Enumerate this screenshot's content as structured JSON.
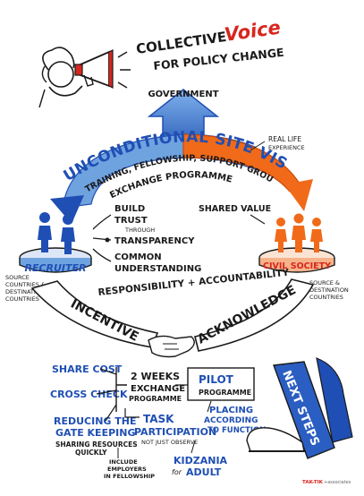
{
  "header": {
    "title_collective": "COLLECTIVE",
    "title_voice": "Voice",
    "title_for": "FOR POLICY CHANGE"
  },
  "government": {
    "label": "GOVERNMENT"
  },
  "visits": {
    "title": "UNCONDITIONAL SITE VISITS",
    "line1": "TRAINING, FELLOWSHIP, SUPPORT GROUP",
    "line2": "EXCHANGE PROGRAMME",
    "real_life": [
      "REAL LIFE",
      "EXPERIENCE"
    ]
  },
  "recruiter": {
    "label": "RECRUITER",
    "source": [
      "SOURCE",
      "COUNTRIES &",
      "DESTINATION",
      "COUNTRIES"
    ]
  },
  "civil_society": {
    "label": "CIVIL SOCIETY",
    "source": [
      "SOURCE &",
      "DESTINATION",
      "COUNTRIES"
    ]
  },
  "center": {
    "build": "BUILD",
    "trust": "TRUST",
    "through": "THROUGH",
    "transparency": "TRANSPARENCY",
    "common": "COMMON",
    "understanding": "UNDERSTANDING",
    "shared_value": "SHARED VALUE",
    "responsibility": "RESPONSIBILITY + ACCOUNTABILITY"
  },
  "bands": {
    "incentive": "INCENTIVE",
    "acknowledge": "ACKNOWLEDGE"
  },
  "bottom": {
    "share_cost": "SHARE COST",
    "cross_check": "CROSS CHECK",
    "reducing_1": "REDUCING THE",
    "reducing_2": "GATE KEEPING",
    "sharing": "SHARING RESOURCES",
    "quickly": "QUICKLY",
    "two_weeks": "2 WEEKS",
    "exchange": "EXCHANGE",
    "programme": "PROGRAMME",
    "pilot": "PILOT",
    "pilot_prog": "PROGRAMME",
    "task": "TASK",
    "participation": "PARTICIPATION",
    "not_just": "NOT JUST OBSERVE",
    "placing": "PLACING",
    "according": "ACCORDING",
    "to_function": "TO FUNCTION",
    "include_1": "INCLUDE",
    "include_2": "EMPLOYERS",
    "include_3": "IN FELLOWSHIP",
    "kidzania": "KIDZANIA",
    "for": "for",
    "adult": "ADULT",
    "next_steps": "NEXT STEPS"
  },
  "credit": {
    "brand": "TAK-TIK",
    "suffix": "+associates"
  },
  "colors": {
    "blue": "#1f4fb4",
    "light_blue": "#6fa3e0",
    "orange": "#f06a1a",
    "red": "#d7261e",
    "ink": "#1a1a1a",
    "grey": "#bdbdbd"
  }
}
